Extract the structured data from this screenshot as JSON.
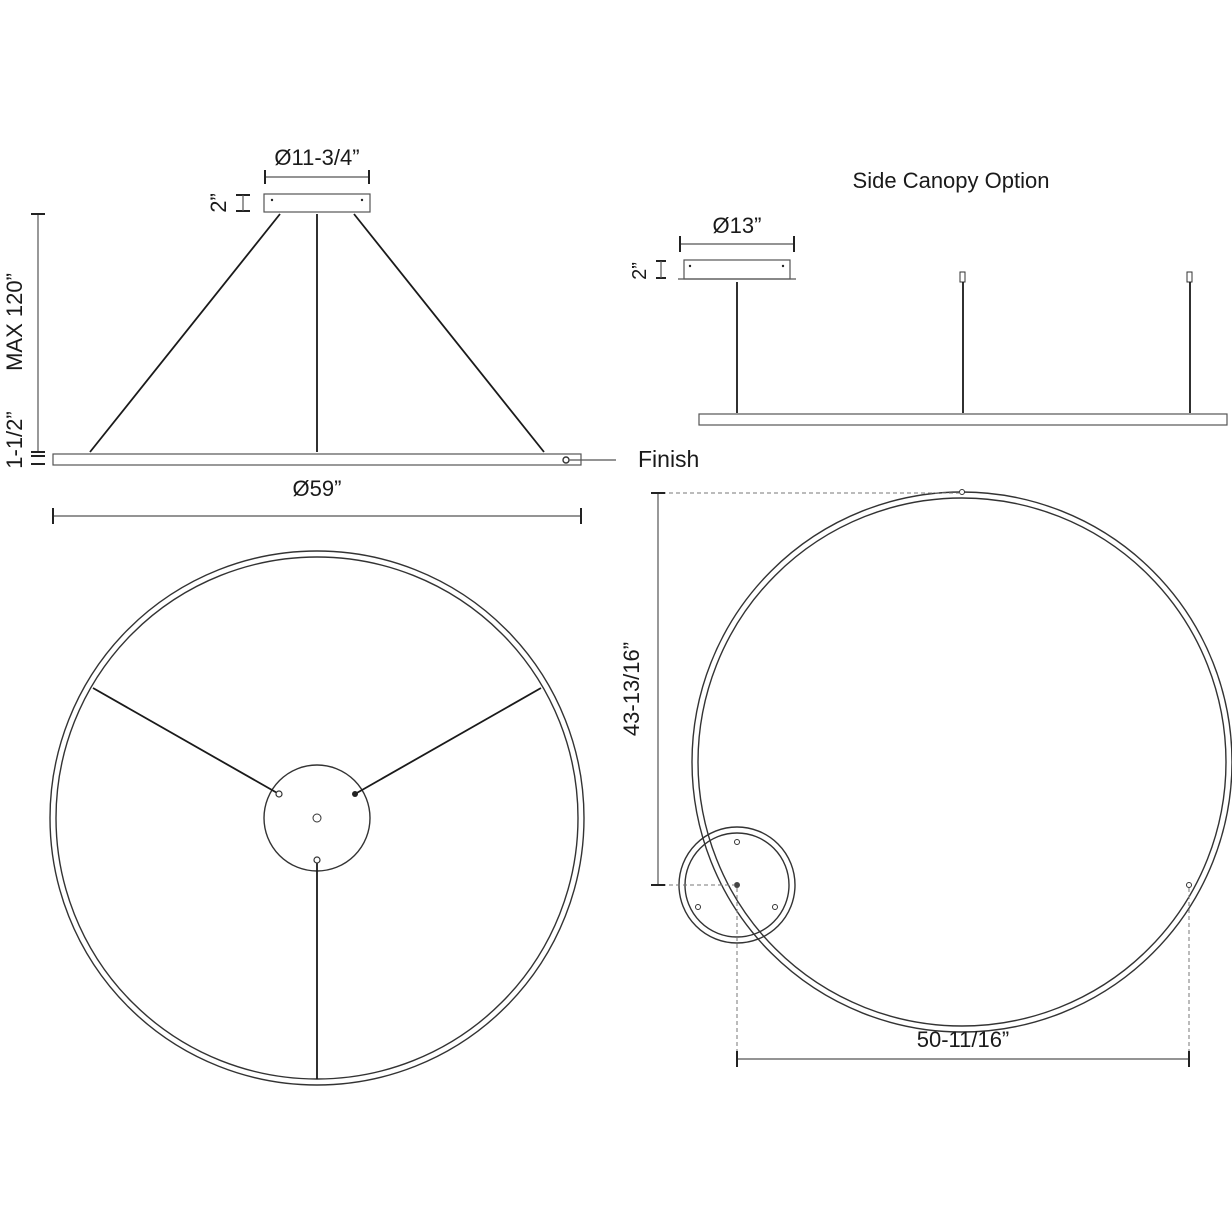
{
  "diagram": {
    "type": "technical-drawing",
    "subject": "Circular ring LED pendant with canopy and side canopy option",
    "colors": {
      "line": "#333333",
      "background": "#ffffff",
      "text": "#1a1a1a"
    }
  },
  "front_view": {
    "canopy_diameter": "Ø11-3/4”",
    "canopy_height": "2”",
    "max_height": "MAX 120”",
    "ring_thickness": "1-1/2”",
    "ring_diameter": "Ø59”",
    "finish_label": "Finish"
  },
  "side_canopy": {
    "title": "Side Canopy Option",
    "canopy_diameter": "Ø13”",
    "canopy_height": "2”"
  },
  "top_view_side": {
    "vertical_offset": "43-13/16”",
    "horizontal_offset": "50-11/16”"
  }
}
